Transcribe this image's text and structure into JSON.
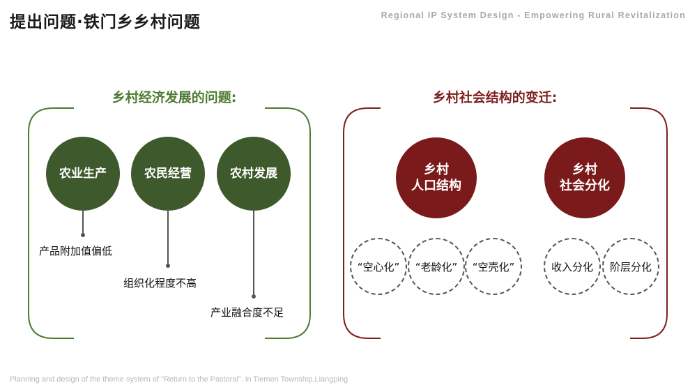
{
  "header": {
    "title": "提出问题·铁门乡乡村问题",
    "tagline": "Regional IP System Design - Empowering Rural Revitalization"
  },
  "left_section": {
    "heading": "乡村经济发展的问题:",
    "color": "#4e7b32",
    "circle_color": "#3e5a2c",
    "circles": [
      {
        "label": "农业生产",
        "problem": "产品附加值偏低"
      },
      {
        "label": "农民经营",
        "problem": "组织化程度不高"
      },
      {
        "label": "农村发展",
        "problem": "产业融合度不足"
      }
    ]
  },
  "right_section": {
    "heading": "乡村社会结构的变迁:",
    "color": "#7d1f1f",
    "circle_color": "#7a1a1a",
    "circles": [
      {
        "line1": "乡村",
        "line2": "人口结构",
        "items": [
          "“空心化”",
          "“老龄化”",
          "“空壳化”"
        ]
      },
      {
        "line1": "乡村",
        "line2": "社会分化",
        "items": [
          "收入分化",
          "阶层分化"
        ]
      }
    ]
  },
  "footer": {
    "caption": "Planning and design of the theme system of \"Return to the Pastoral\". in Tiemen Township,Liangping"
  }
}
